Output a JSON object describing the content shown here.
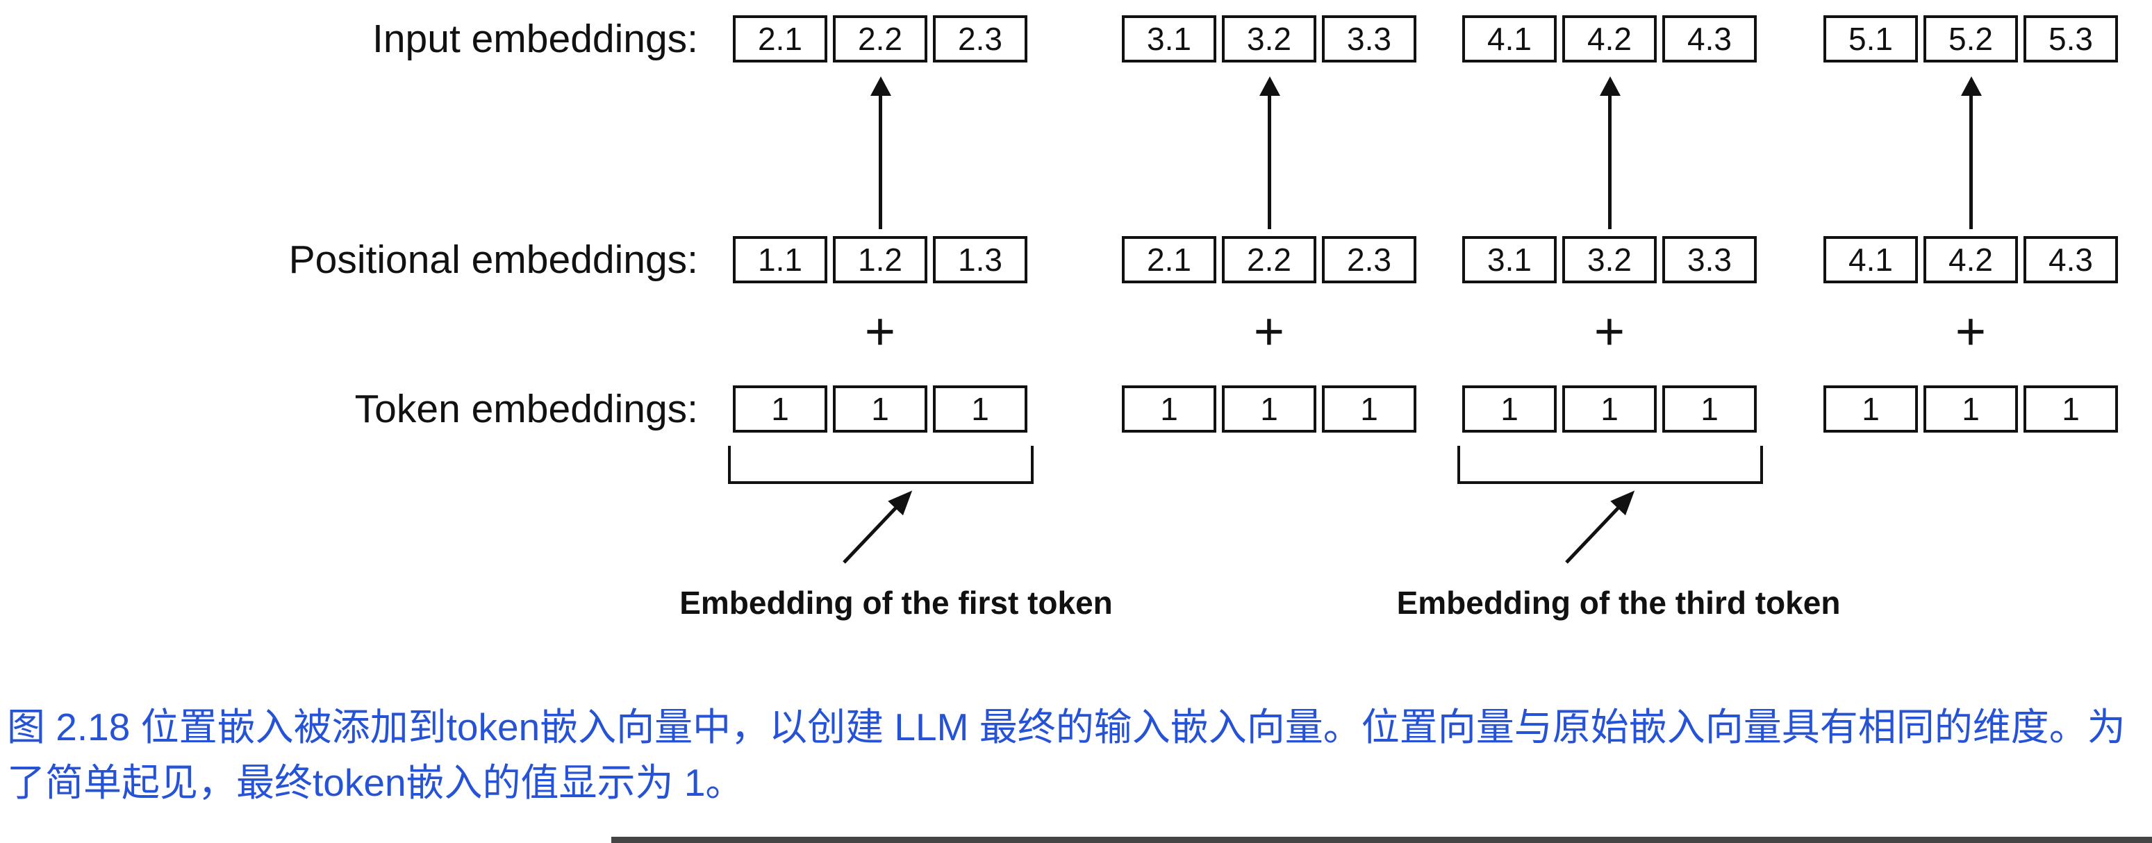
{
  "diagram": {
    "rows": [
      {
        "label": "Input embeddings:",
        "groups": [
          [
            "2.1",
            "2.2",
            "2.3"
          ],
          [
            "3.1",
            "3.2",
            "3.3"
          ],
          [
            "4.1",
            "4.2",
            "4.3"
          ],
          [
            "5.1",
            "5.2",
            "5.3"
          ]
        ]
      },
      {
        "label": "Positional embeddings:",
        "groups": [
          [
            "1.1",
            "1.2",
            "1.3"
          ],
          [
            "2.1",
            "2.2",
            "2.3"
          ],
          [
            "3.1",
            "3.2",
            "3.3"
          ],
          [
            "4.1",
            "4.2",
            "4.3"
          ]
        ]
      },
      {
        "label": "Token embeddings:",
        "groups": [
          [
            "1",
            "1",
            "1"
          ],
          [
            "1",
            "1",
            "1"
          ],
          [
            "1",
            "1",
            "1"
          ],
          [
            "1",
            "1",
            "1"
          ]
        ]
      }
    ],
    "plus_sign": "+",
    "annotations": [
      {
        "text": "Embedding of the first token"
      },
      {
        "text": "Embedding of the third token"
      }
    ]
  },
  "caption": {
    "text": "图 2.18 位置嵌入被添加到token嵌入向量中，以创建 LLM 最终的输入嵌入向量。位置向量与原始嵌入向量具有相同的维度。为了简单起见，最终token嵌入的值显示为 1。",
    "color": "#2653d6"
  },
  "colors": {
    "line": "#111111",
    "background": "#ffffff"
  }
}
